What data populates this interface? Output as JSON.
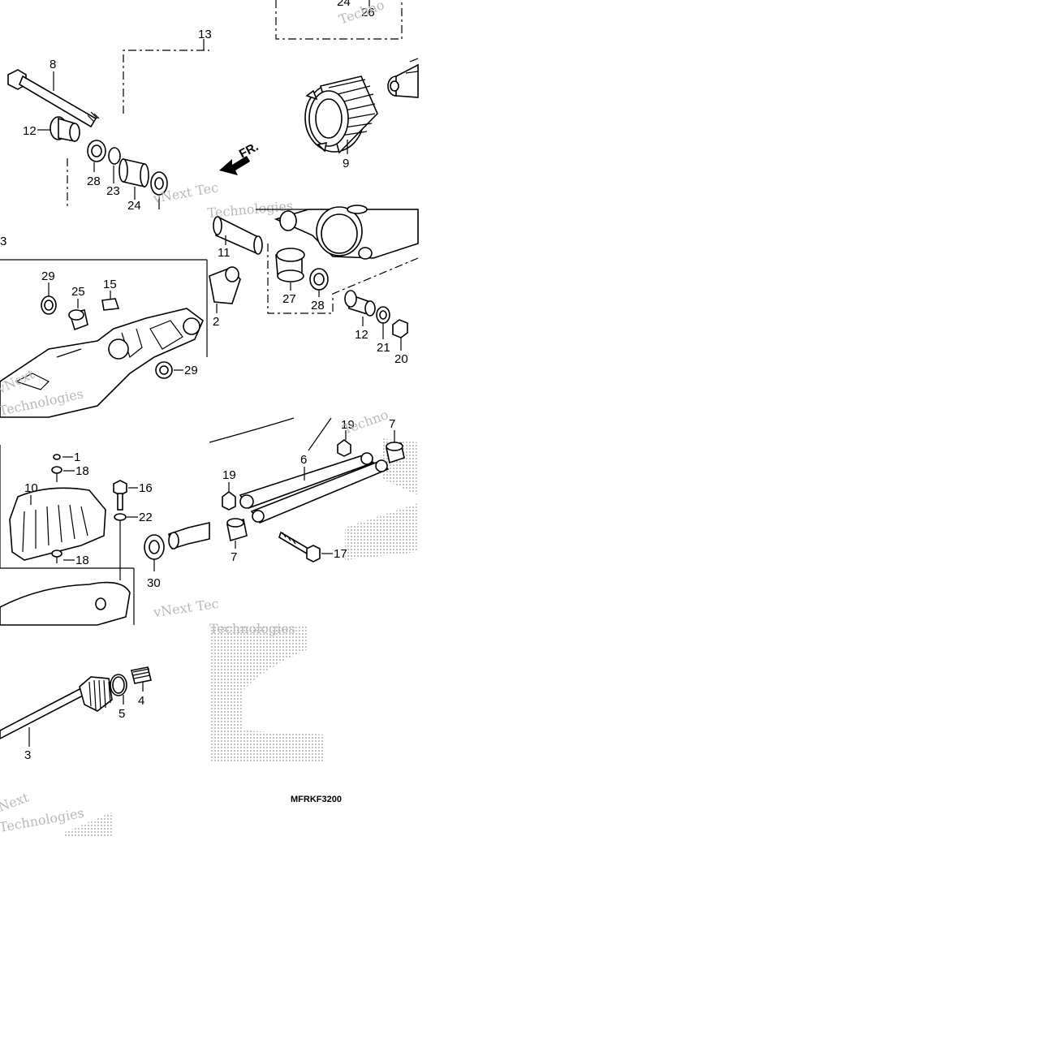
{
  "diagram": {
    "part_code": "MFRKF3200",
    "direction_label": "FR.",
    "callouts": {
      "c1": "1",
      "c2": "2",
      "c3": "3",
      "c4": "4",
      "c5": "5",
      "c6": "6",
      "c7a": "7",
      "c7b": "7",
      "c8": "8",
      "c9": "9",
      "c10": "10",
      "c11": "11",
      "c12a": "12",
      "c12b": "12",
      "c13": "13",
      "c15": "15",
      "c16": "16",
      "c17": "17",
      "c18a": "18",
      "c18b": "18",
      "c19a": "19",
      "c19b": "19",
      "c20": "20",
      "c21": "21",
      "c22": "22",
      "c23": "23",
      "c24a": "24",
      "c24b": "24",
      "c25": "25",
      "c26": "26",
      "c27": "27",
      "c28a": "28",
      "c28b": "28",
      "c29a": "29",
      "c29b": "29",
      "c30": "30",
      "c3cut": "3"
    },
    "watermarks": {
      "w1": "Techno",
      "w2": "vNext Tec",
      "w3": "Technologies",
      "w4": "vNext",
      "w5": "Technologies",
      "w6": "Techno",
      "w7": "vNext Tec",
      "w8": "Technologies",
      "w9": "Next",
      "w10": "Technologies"
    }
  },
  "colors": {
    "line": "#000000",
    "watermark": "#b9b9b9",
    "logo_dots": "#9a9a9a"
  }
}
